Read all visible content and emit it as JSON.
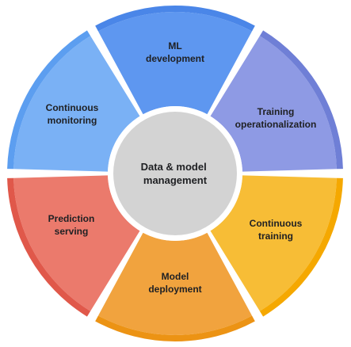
{
  "center": {
    "line1": "Data & model",
    "line2": "management",
    "color": "#d3d3d3"
  },
  "segments": [
    {
      "id": "ml-development",
      "line1": "ML",
      "line2": "development",
      "color": "#5e97f0",
      "edge_color": "#4a86e8"
    },
    {
      "id": "training-operationalization",
      "line1": "Training",
      "line2": "operationalization",
      "color": "#8e9ae4",
      "edge_color": "#6f7fd6"
    },
    {
      "id": "continuous-training",
      "line1": "Continuous",
      "line2": "training",
      "color": "#f7bd36",
      "edge_color": "#f5a800"
    },
    {
      "id": "model-deployment",
      "line1": "Model",
      "line2": "deployment",
      "color": "#f1a33e",
      "edge_color": "#ec9314"
    },
    {
      "id": "prediction-serving",
      "line1": "Prediction",
      "line2": "serving",
      "color": "#eb7a6c",
      "edge_color": "#e0584a"
    },
    {
      "id": "continuous-monitoring",
      "line1": "Continuous",
      "line2": "monitoring",
      "color": "#7ab1f5",
      "edge_color": "#5c9ef0"
    }
  ]
}
